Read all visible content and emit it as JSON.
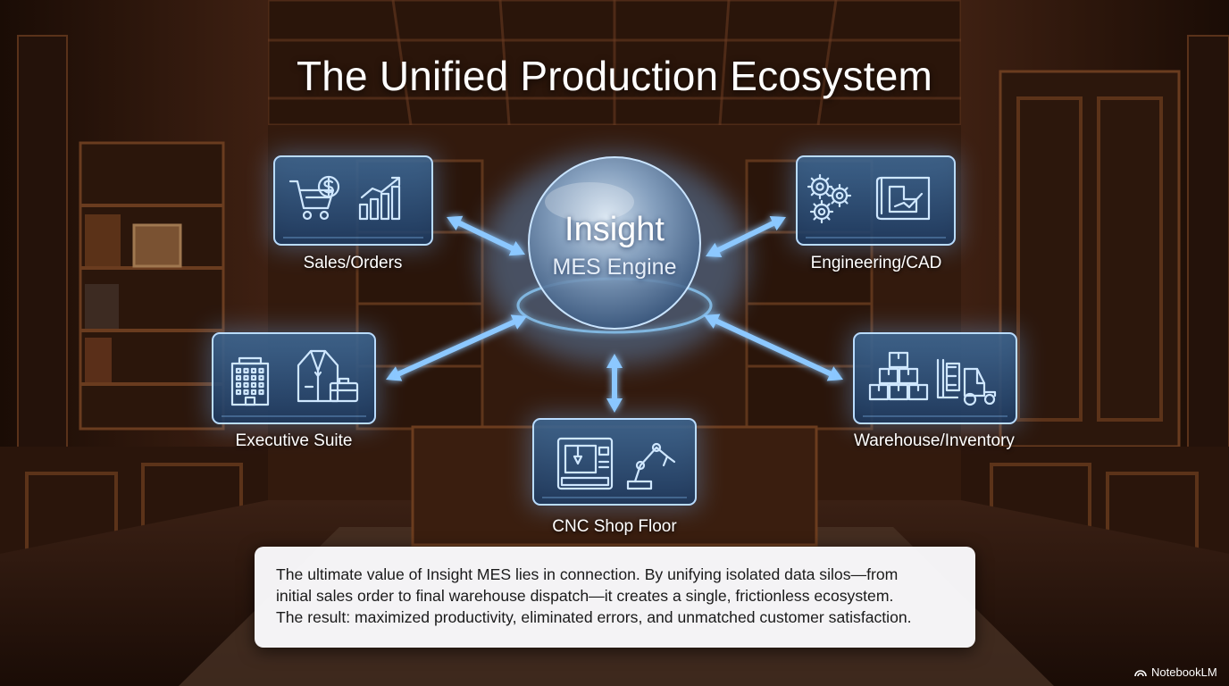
{
  "title": "The Unified Production Ecosystem",
  "hub": {
    "title": "Insight",
    "subtitle": "MES Engine"
  },
  "nodes": [
    {
      "id": "sales",
      "label": "Sales/Orders",
      "icons": [
        "shopping-cart-icon",
        "dollar-coin-icon",
        "bar-chart-trend-icon"
      ]
    },
    {
      "id": "engineering",
      "label": "Engineering/CAD",
      "icons": [
        "gears-icon",
        "blueprint-icon"
      ]
    },
    {
      "id": "executive",
      "label": "Executive Suite",
      "icons": [
        "office-building-icon",
        "business-suit-icon",
        "briefcase-icon"
      ]
    },
    {
      "id": "warehouse",
      "label": "Warehouse/Inventory",
      "icons": [
        "stacked-boxes-icon",
        "forklift-icon"
      ]
    },
    {
      "id": "cnc",
      "label": "CNC Shop Floor",
      "icons": [
        "cnc-machine-icon",
        "robotic-arm-icon"
      ]
    }
  ],
  "summary": {
    "lines": [
      "The ultimate value of Insight MES lies in connection. By unifying isolated data silos—from",
      "initial sales order to final warehouse dispatch—it creates a single, frictionless ecosystem.",
      "The result: maximized productivity, eliminated errors, and unmatched customer satisfaction."
    ]
  },
  "brand": {
    "label": "NotebookLM",
    "icon": "notebooklm-logo-icon"
  },
  "colors": {
    "glow": "#6fb6ff",
    "panel": "#1f3d66",
    "wood_dark": "#1c0f08",
    "wood_mid": "#4a2614"
  }
}
